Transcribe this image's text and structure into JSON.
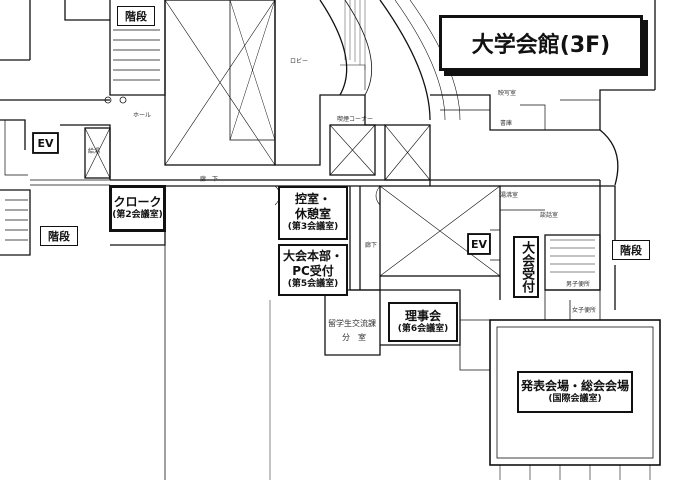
{
  "title": "大学会館(3F)",
  "rooms": {
    "cloak": {
      "name": "クローク",
      "room": "(第2会議室)"
    },
    "hikae": {
      "line1": "控室・",
      "line2": "休憩室",
      "room": "(第3会議室)"
    },
    "honbu": {
      "line1": "大会本部・",
      "line2": "PC受付",
      "room": "(第5会議室)"
    },
    "rijikai": {
      "name": "理事会",
      "room": "(第6会議室)"
    },
    "happyou": {
      "name": "発表会場・総会会場",
      "room": "(国際会議室)"
    },
    "uketsuke": {
      "name": "大会受付"
    }
  },
  "labels": {
    "stairs": "階段",
    "ev": "EV",
    "ryugaku": "留学生交流課",
    "bunshitsu": "分　室",
    "lobby": "ロビー",
    "kitsuen": "喫煙コーナー",
    "rouka": "廊　下",
    "rouka2": "廊下",
    "ei": "映写室",
    "soumu": "書庫",
    "kanrishitsu": "談話室",
    "jimushitsu": "湯沸室",
    "toilet_m": "男子便所",
    "toilet_f": "女子便所",
    "hall": "ホール",
    "kyuuto": "給湯"
  },
  "colors": {
    "line": "#111111",
    "background": "#ffffff"
  }
}
